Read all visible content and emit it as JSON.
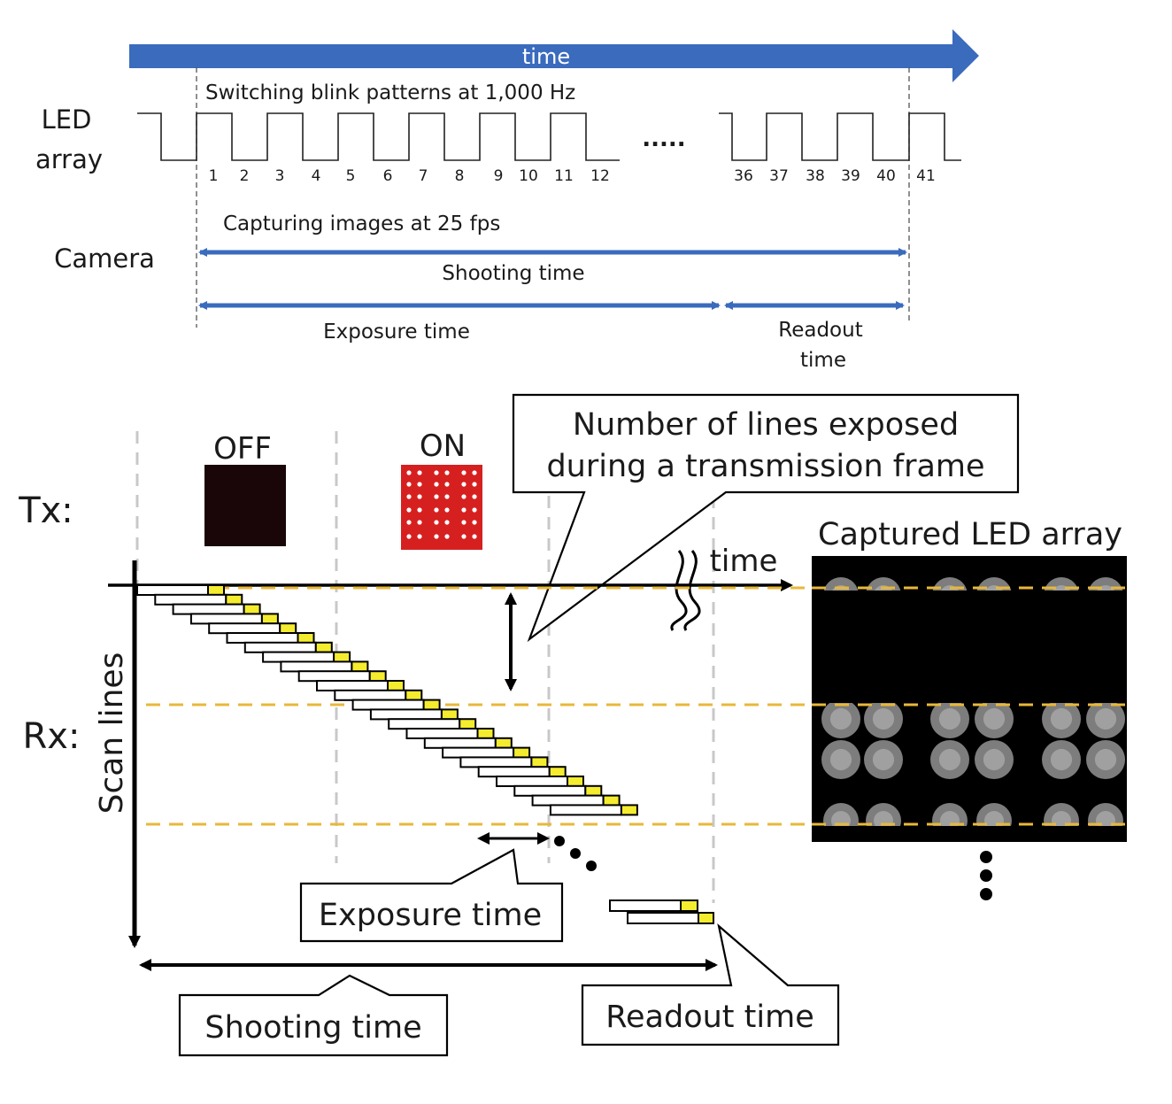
{
  "top": {
    "time_label": "time",
    "switching_label": "Switching blink patterns at 1,000 Hz",
    "led_label_line1": "LED",
    "led_label_line2": "array",
    "pulse_numbers_left": [
      "1",
      "2",
      "3",
      "4",
      "5",
      "6",
      "7",
      "8",
      "9",
      "10",
      "11",
      "12"
    ],
    "ellipsis": ".....",
    "pulse_numbers_right": [
      "36",
      "37",
      "38",
      "39",
      "40",
      "41"
    ],
    "camera_label": "Camera",
    "capturing_label": "Capturing images at 25 fps",
    "shooting_time_label": "Shooting time",
    "exposure_time_label": "Exposure time",
    "readout_line1": "Readout",
    "readout_line2": "time"
  },
  "bottom": {
    "tx_label": "Tx:",
    "rx_label": "Rx:",
    "off_label": "OFF",
    "on_label": "ON",
    "callout_line1": "Number of lines exposed",
    "callout_line2": "during a transmission frame",
    "time_label": "time",
    "scan_lines_label": "Scan lines",
    "captured_label": "Captured LED array",
    "exposure_box_label": "Exposure time",
    "shooting_box_label": "Shooting time",
    "readout_box_label": "Readout time"
  },
  "colors": {
    "arrow_blue": "#3a6bbd",
    "scan_yellow": "#f4ec2e",
    "dash_gold": "#e8b83a",
    "led_red": "#d62020"
  }
}
